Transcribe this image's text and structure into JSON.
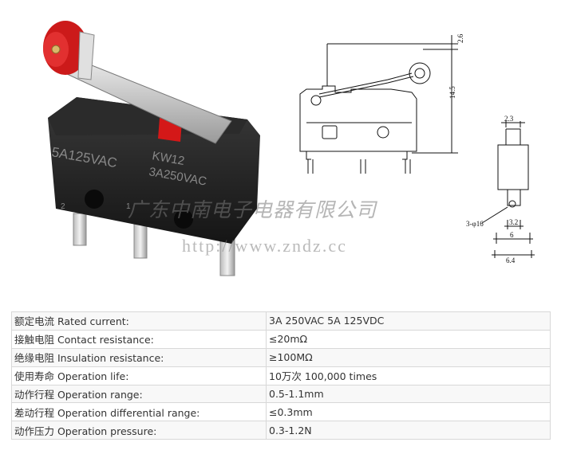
{
  "photo": {
    "body_left_text": "5A125VAC",
    "body_right_text_1": "KW12",
    "body_right_text_2": "3A250VAC",
    "terminal_1": "1",
    "terminal_2": "2"
  },
  "watermark": {
    "company": "广东中南电子电器有限公司",
    "url": "http://www.zndz.cc"
  },
  "dimensions": {
    "top": "2.6",
    "height": "14.5",
    "width_top": "2.3",
    "hole": "3-φ16",
    "pitch": "3.2",
    "mid": "6",
    "overall": "6.4"
  },
  "specs": [
    {
      "label": "额定电流 Rated current:",
      "value": "3A 250VAC 5A 125VDC"
    },
    {
      "label": "接触电阻 Contact resistance:",
      "value": "≤20mΩ"
    },
    {
      "label": "绝缘电阻 Insulation resistance:",
      "value": "≥100MΩ"
    },
    {
      "label": "使用寿命 Operation life:",
      "value": "10万次 100,000 times"
    },
    {
      "label": "动作行程 Operation range:",
      "value": "0.5-1.1mm"
    },
    {
      "label": "差动行程 Operation differential range:",
      "value": "≤0.3mm"
    },
    {
      "label": "动作压力 Operation pressure:",
      "value": "0.3-1.2N"
    }
  ]
}
